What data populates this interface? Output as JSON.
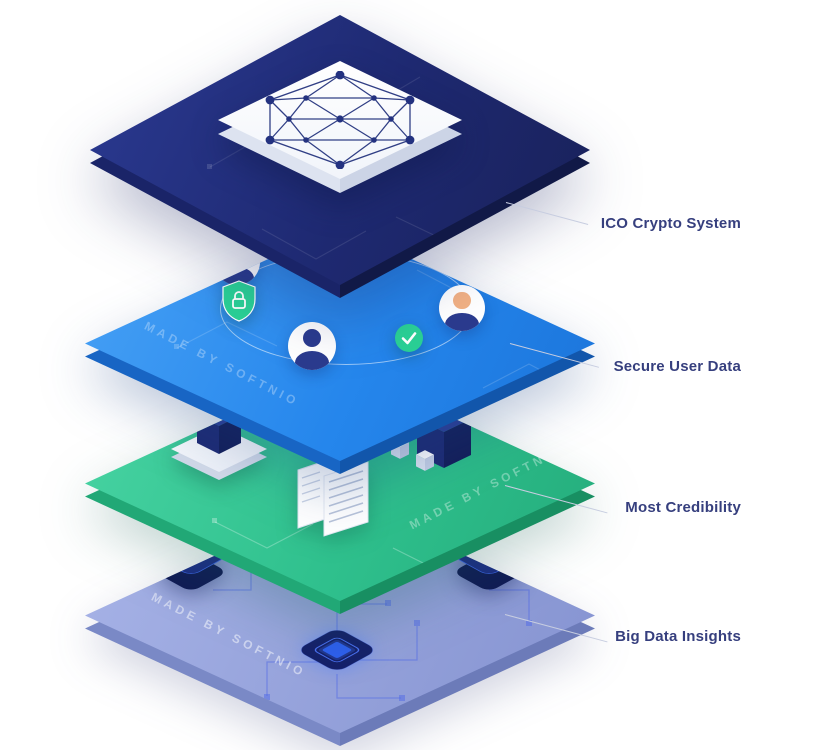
{
  "illustration": {
    "watermark": "MADE BY SOFTNIO",
    "callouts": [
      {
        "id": "ico-crypto-system",
        "label": "ICO Crypto System"
      },
      {
        "id": "secure-user-data",
        "label": "Secure User Data"
      },
      {
        "id": "most-credibility",
        "label": "Most Credibility"
      },
      {
        "id": "big-data-insights",
        "label": "Big Data Insights"
      }
    ],
    "icons": [
      "blockchain-network-icon",
      "user-avatar",
      "shield-lock-icon",
      "verified-check-icon",
      "data-cube",
      "documents-icon",
      "app-stack-icon",
      "cpu-chip-icon"
    ],
    "colors": {
      "layer_1_navy": "#202b78",
      "layer_2_blue": "#2e8cee",
      "layer_3_green": "#30c18d",
      "layer_4_lavender": "#95a2db",
      "label_text": "#363f7e",
      "callout_line": "#c7cde0",
      "accent_green": "#2ad095",
      "accent_blue": "#2e5fee",
      "cube_navy": "#1e2b74",
      "surface_white": "#ffffff"
    }
  }
}
